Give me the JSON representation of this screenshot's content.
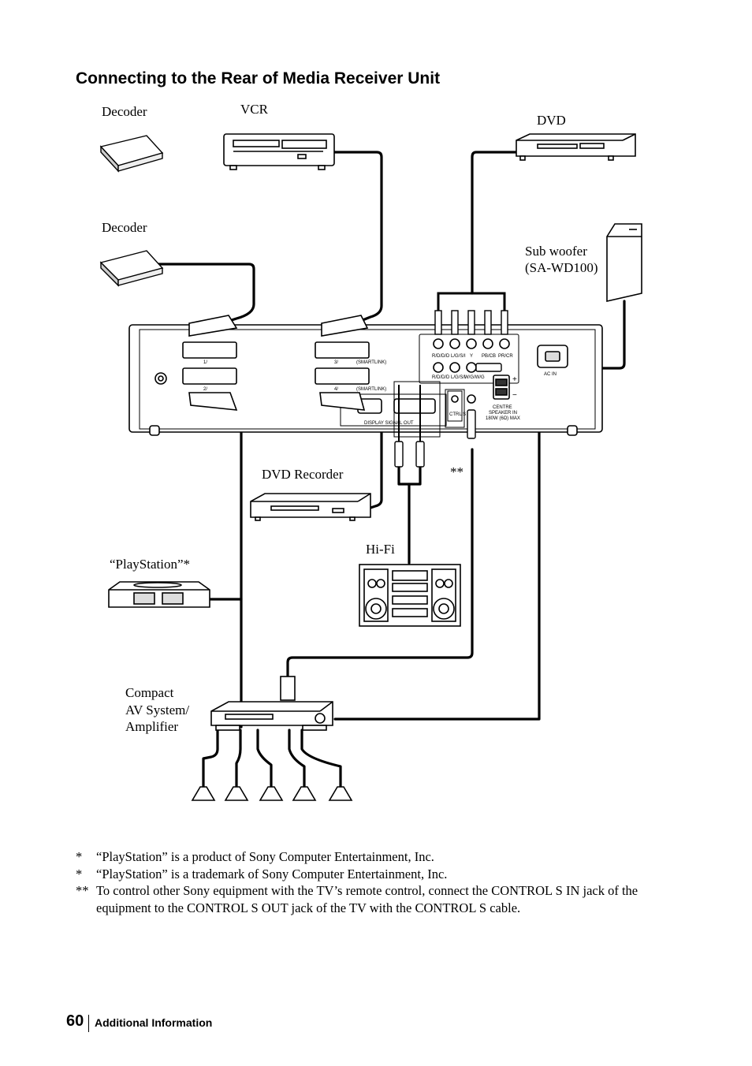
{
  "heading": "Connecting to the Rear of Media Receiver Unit",
  "labels": {
    "decoder_top": "Decoder",
    "vcr": "VCR",
    "dvd": "DVD",
    "decoder_mid": "Decoder",
    "subwoofer_line1": "Sub woofer",
    "subwoofer_line2": "(SA-WD100)",
    "dvd_recorder": "DVD Recorder",
    "double_star": "**",
    "hifi": "Hi-Fi",
    "playstation": "“PlayStation”*",
    "compact_line1": "Compact",
    "compact_line2": "AV System/",
    "compact_line3": "Amplifier"
  },
  "panel": {
    "scart3": "3/",
    "scart4": "4/",
    "scart1": "1/",
    "scart2": "2/",
    "smartlink_a": "(SMARTLINK)",
    "smartlink_b": "(SMARTLINK)",
    "jack_row1": "R/D/D/D L/G/S/I",
    "jack_y": "Y",
    "jack_pb": "PB/CB",
    "jack_pr": "PR/CR",
    "jack_row2": "R/D/D/D L/G/S/I",
    "jack_wg": "W/G/W/G",
    "ac_in": "AC IN",
    "centre": "CENTRE",
    "speaker_in": "SPEAKER IN",
    "speaker_max": "180W (6Ω) MAX",
    "ctrl_s": "CTRL S",
    "display_signal_out": "DISPLAY SIGNAL OUT",
    "plus": "+",
    "minus": "−"
  },
  "footnotes": [
    {
      "mark": "*",
      "text": "“PlayStation” is a product of Sony Computer Entertainment, Inc."
    },
    {
      "mark": "*",
      "text": "“PlayStation” is a trademark of Sony Computer Entertainment, Inc."
    },
    {
      "mark": "**",
      "text": "To control other Sony equipment with the TV’s remote control, connect the CONTROL S IN jack of the equipment to the CONTROL S OUT jack of the TV with the CONTROL S cable."
    }
  ],
  "footer": {
    "page_number": "60",
    "section": "Additional Information"
  }
}
